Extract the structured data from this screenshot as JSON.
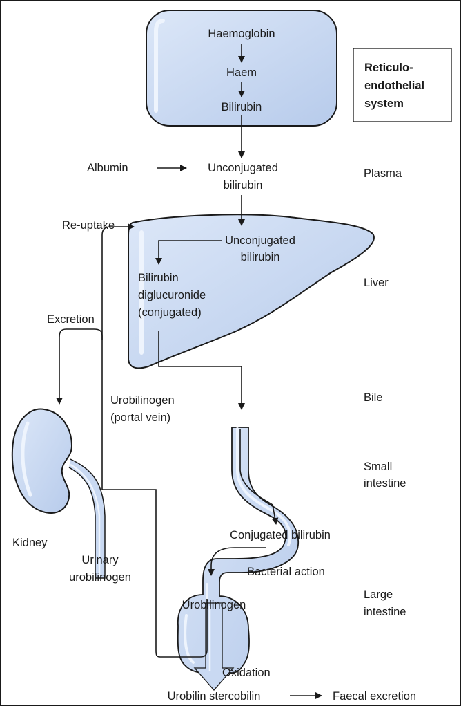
{
  "reticulo": {
    "haemoglobin": "Haemoglobin",
    "haem": "Haem",
    "bilirubin": "Bilirubin",
    "system_label": [
      "Reticulo-",
      "endothelial",
      "system"
    ]
  },
  "plasma": {
    "albumin": "Albumin",
    "unconjugated": [
      "Unconjugated",
      "bilirubin"
    ]
  },
  "liver": {
    "reuptake": "Re-uptake",
    "unconjugated": [
      "Unconjugated",
      "bilirubin"
    ],
    "conjugated": [
      "Bilirubin",
      "diglucuronide",
      "(conjugated)"
    ],
    "excretion": "Excretion"
  },
  "portal": {
    "urobilinogen": [
      "Urobilinogen",
      "(portal vein)"
    ]
  },
  "kidney": {
    "label": "Kidney",
    "urinary": [
      "Urinary",
      "urobilinogen"
    ]
  },
  "gut": {
    "conjugated_bilirubin": "Conjugated bilirubin",
    "bacterial_action": "Bacterial action",
    "urobilinogen": "Urobilinogen",
    "oxidation": "Oxidation",
    "urobilin_stercobilin": "Urobilin stercobilin",
    "faecal_excretion": "Faecal excretion"
  },
  "compartments": {
    "plasma": "Plasma",
    "liver": "Liver",
    "bile": "Bile",
    "small_intestine": [
      "Small",
      "intestine"
    ],
    "large_intestine": [
      "Large",
      "intestine"
    ]
  },
  "colors": {
    "organ_fill": "#c9d9f2",
    "organ_highlight": "#eef4fd",
    "organ_stroke": "#1a1a1a",
    "arrow": "#1a1a1a"
  }
}
